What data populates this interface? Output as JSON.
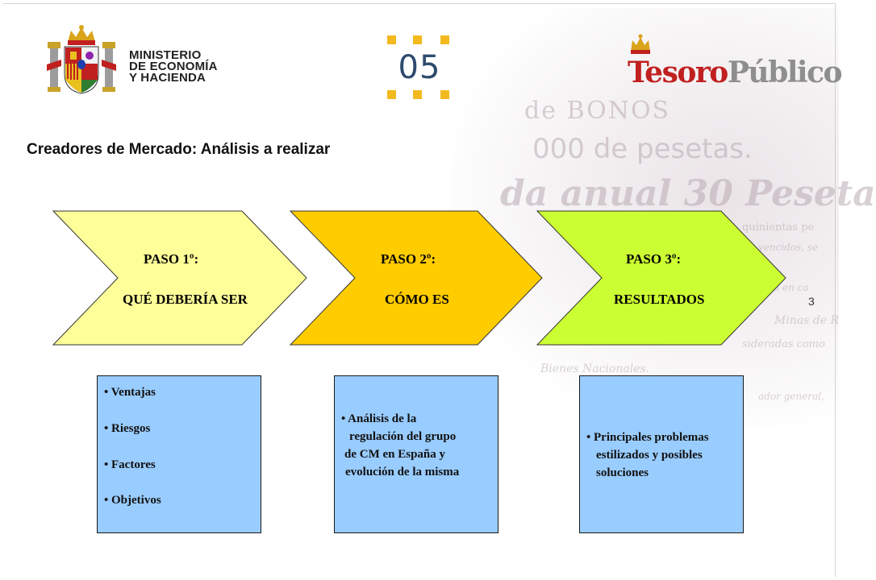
{
  "header": {
    "ministry_lines": [
      "MINISTERIO",
      "DE ECONOMÍA",
      "Y HACIENDA"
    ],
    "section_number": "05",
    "section_accent_color": "#f3b91f",
    "tesoro_logo": {
      "part1": "Tesoro",
      "part2": "Público",
      "color1": "#c0201f",
      "color2": "#8e8e8e"
    }
  },
  "slide": {
    "title": "Creadores de Mercado: Análisis a realizar",
    "page_number": "3"
  },
  "steps": [
    {
      "label": "PASO 1º:",
      "subtitle": "QUÉ DEBERÍA SER",
      "color": "#ffff99"
    },
    {
      "label": "PASO 2º:",
      "subtitle": "CÓMO ES",
      "color": "#ffcc00"
    },
    {
      "label": "PASO 3º:",
      "subtitle": "RESULTADOS",
      "color": "#ccff33"
    }
  ],
  "boxes": [
    {
      "items": [
        "• Ventajas",
        "• Riesgos",
        "• Factores",
        "• Objetivos"
      ]
    },
    {
      "items": [
        "• Análisis de la",
        "regulación del grupo",
        "de CM en España y",
        "evolución de la misma"
      ]
    },
    {
      "items": [
        "•  Principales problemas",
        "estilizados y posibles",
        "soluciones"
      ]
    }
  ],
  "box_color": "#99ccff",
  "background_text": [
    "de BONOS",
    "000 de pesetas.",
    "da anual 30 Peseta",
    "quinientas pe",
    "vencidos, se",
    "s en ca",
    "Minas de R",
    "sideradas como",
    "Bienes Nacionales.",
    "ador general,"
  ]
}
